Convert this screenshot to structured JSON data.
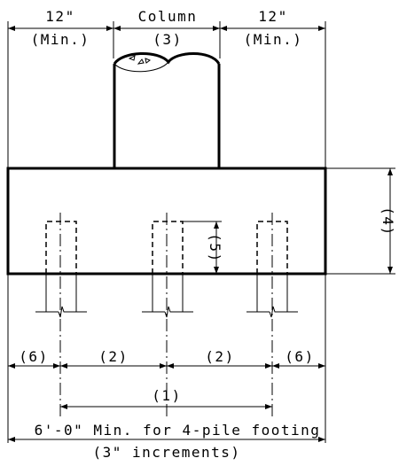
{
  "labels": {
    "left_edge": "12\"",
    "left_edge_sub": "(Min.)",
    "column": "Column",
    "column_sub": "(3)",
    "right_edge": "12\"",
    "right_edge_sub": "(Min.)",
    "cap_depth": "(4)",
    "embed_depth": "(5)",
    "edge_left": "(6)",
    "spacing_left": "(2)",
    "spacing_right": "(2)",
    "edge_right": "(6)",
    "pile_span": "(1)",
    "note_line1": "6'-0\" Min. for 4-pile footing",
    "note_line2": "(3\" increments)"
  }
}
